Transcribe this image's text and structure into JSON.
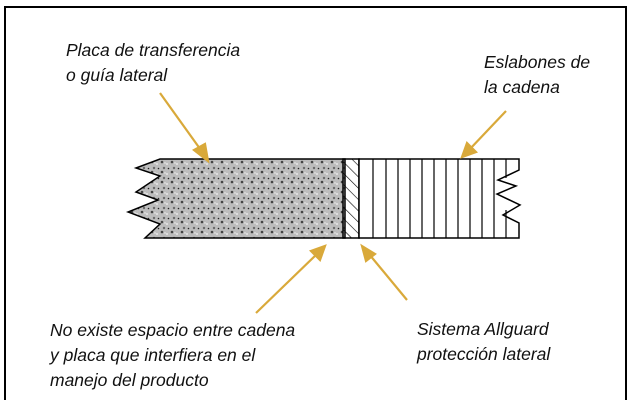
{
  "labels": {
    "placa": [
      "Placa de transferencia",
      "o guía lateral"
    ],
    "eslabones": [
      "Eslabones de",
      "la cadena"
    ],
    "espacio": [
      "No existe espacio entre cadena",
      "y placa que interfiera en el",
      "manejo del producto"
    ],
    "allguard": [
      "Sistema Allguard",
      "protección lateral"
    ]
  },
  "colors": {
    "arrow": "#d9a93a",
    "outline": "#000000",
    "stone_fill": "#b8b8b8"
  }
}
